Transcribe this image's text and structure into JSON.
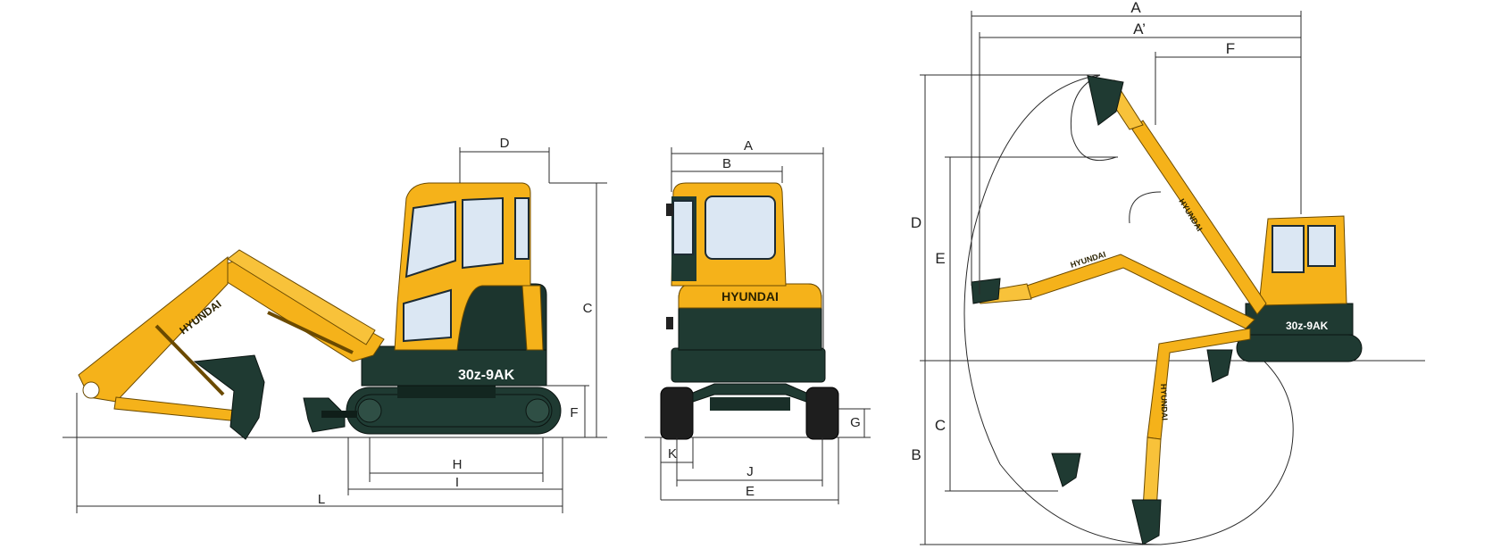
{
  "brand": "HYUNDAI",
  "model": "30z-9AK",
  "colors": {
    "body": "#f5b21a",
    "undercarriage": "#1f3a32",
    "glass": "#dbe7f3",
    "line": "#2b2b2b"
  },
  "side_view": {
    "labels": {
      "D": "D",
      "C": "C",
      "F": "F",
      "H": "H",
      "I": "I",
      "L": "L"
    }
  },
  "rear_view": {
    "labels": {
      "A": "A",
      "B": "B",
      "G": "G",
      "K": "K",
      "J": "J",
      "E": "E"
    }
  },
  "working_range": {
    "labels": {
      "A": "A",
      "A_prime": "A’",
      "F": "F",
      "D": "D",
      "E": "E",
      "C": "C",
      "B": "B"
    }
  }
}
